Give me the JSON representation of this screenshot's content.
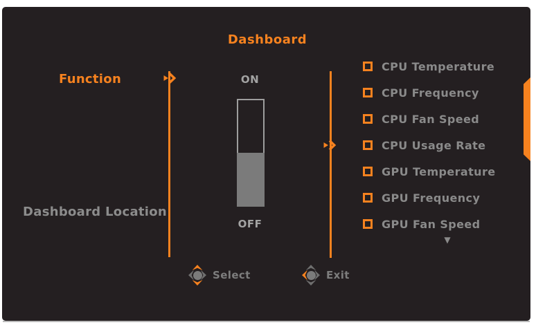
{
  "colors": {
    "accent_orange": "#F6821F",
    "panel_background": "#241F21",
    "label_gray": "#8A8A8A",
    "toggle_label_gray": "#A3A3A3",
    "slider_fill_gray": "#7B7B7B",
    "hint_gray": "#7D7D7D"
  },
  "osd": {
    "title": "Dashboard",
    "menu": {
      "items": [
        {
          "label": "Function",
          "selected": true
        },
        {
          "label": "Dashboard Location",
          "selected": false
        }
      ]
    },
    "function_toggle": {
      "on_label": "ON",
      "off_label": "OFF",
      "fill_percent": 51
    },
    "dashboard_options": {
      "items": [
        {
          "label": "CPU Temperature",
          "checked": false
        },
        {
          "label": "CPU Frequency",
          "checked": false
        },
        {
          "label": "CPU Fan Speed",
          "checked": false
        },
        {
          "label": "CPU Usage Rate",
          "checked": false
        },
        {
          "label": "GPU Temperature",
          "checked": false
        },
        {
          "label": "GPU Frequency",
          "checked": false
        },
        {
          "label": "GPU Fan Speed",
          "checked": false
        }
      ],
      "more_below_icon": "▼"
    },
    "hints": {
      "select_label": "Select",
      "exit_label": "Exit"
    },
    "icons": {
      "menu_arrow": "right-double-arrow",
      "joystick_select": "joystick up/down highlighted",
      "joystick_exit": "joystick left highlighted",
      "scroll_down": "triangle-down"
    }
  }
}
